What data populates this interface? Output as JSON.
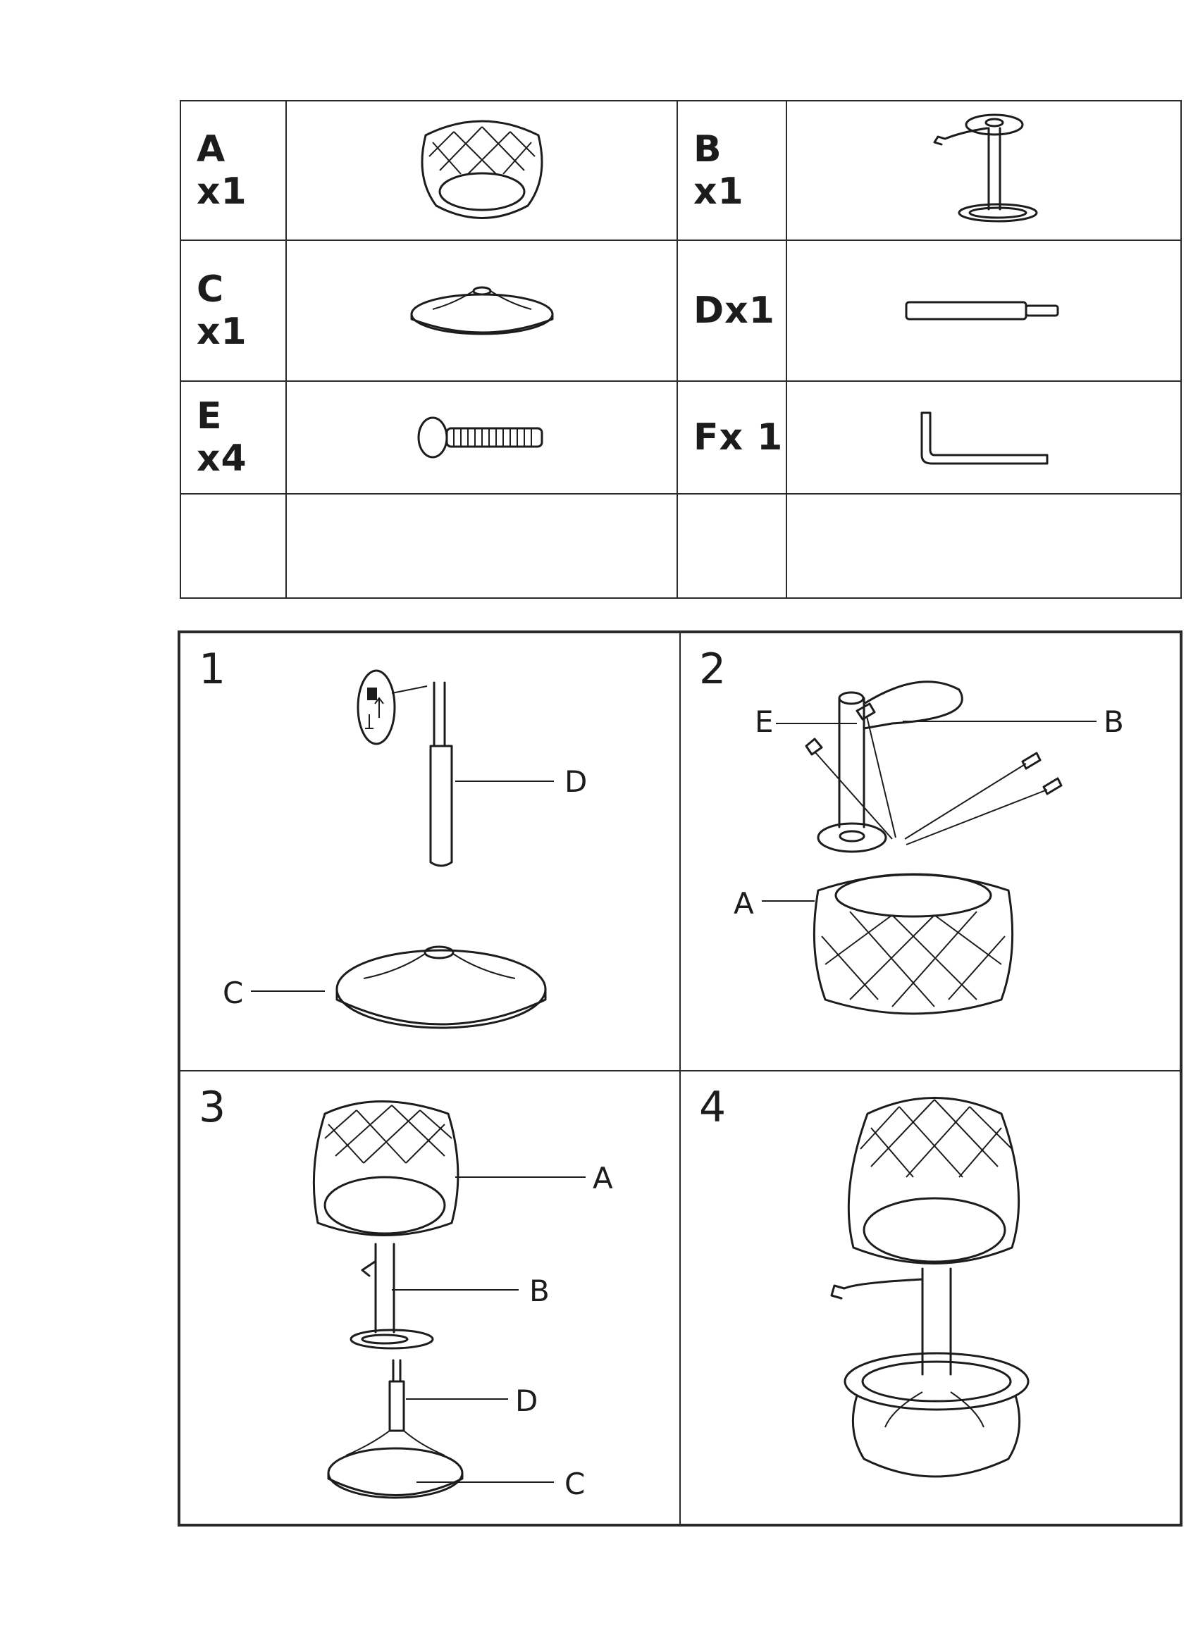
{
  "parts_table": {
    "rows": [
      [
        {
          "label": "A x1",
          "icon": "seat-icon"
        },
        {
          "label": "B x1",
          "icon": "column-footrest-icon"
        }
      ],
      [
        {
          "label": "C x1",
          "icon": "base-icon"
        },
        {
          "label": "Dx1",
          "icon": "gas-cylinder-icon"
        }
      ],
      [
        {
          "label": "E x4",
          "icon": "screw-icon"
        },
        {
          "label": "Fx 1",
          "icon": "allen-key-icon"
        }
      ],
      [
        {
          "label": "",
          "icon": ""
        },
        {
          "label": "",
          "icon": ""
        }
      ]
    ]
  },
  "steps": [
    {
      "number": "1",
      "callouts": [
        "D",
        "C"
      ]
    },
    {
      "number": "2",
      "callouts": [
        "E",
        "B",
        "A"
      ]
    },
    {
      "number": "3",
      "callouts": [
        "A",
        "B",
        "D",
        "C"
      ]
    },
    {
      "number": "4",
      "callouts": []
    }
  ]
}
